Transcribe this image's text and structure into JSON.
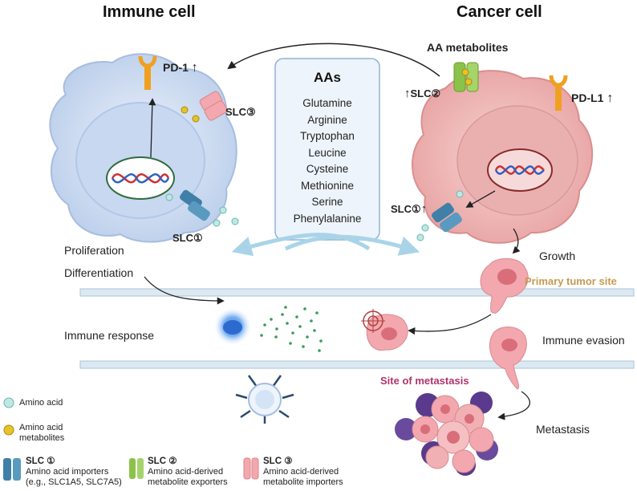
{
  "titles": {
    "immune_cell": "Immune cell",
    "cancer_cell": "Cancer cell"
  },
  "aa_box": {
    "title": "AAs",
    "items": [
      "Glutamine",
      "Arginine",
      "Tryptophan",
      "Leucine",
      "Cysteine",
      "Methionine",
      "Serine",
      "Phenylalanine"
    ]
  },
  "labels": {
    "aa_metabolites": "AA metabolites",
    "pd1": "PD-1",
    "pdl1": "PD-L1",
    "slc3_immune": "SLC③",
    "slc1_immune": "SLC①",
    "slc2_cancer": "SLC②",
    "slc1_cancer": "SLC①",
    "proliferation": "Proliferation",
    "differentiation": "Differentiation",
    "growth": "Growth",
    "primary_tumor_site": "Primary tumor site",
    "immune_response": "Immune response",
    "immune_evasion": "Immune evasion",
    "site_of_metastasis": "Site of metastasis",
    "metastasis": "Metastasis",
    "up_arrow": "↑"
  },
  "legend": {
    "amino_acid": "Amino acid",
    "amino_acid_metabolites_1": "Amino acid",
    "amino_acid_metabolites_2": "metabolites",
    "slc1_title": "SLC ①",
    "slc1_line1": "Amino acid importers",
    "slc1_line2": "(e.g., SLC1A5, SLC7A5)",
    "slc2_title": "SLC ②",
    "slc2_line1": "Amino acid-derived",
    "slc2_line2": "metabolite exporters",
    "slc3_title": "SLC ③",
    "slc3_line1": "Amino acid-derived",
    "slc3_line2": "metabolite importers"
  },
  "colors": {
    "immune_cell": "#c9d8f0",
    "cancer_cell": "#f0b8b8",
    "amino_acid": "#bfe8e4",
    "metabolite": "#e8c22a",
    "slc1": "#3f7fa8",
    "slc2": "#8bc34a",
    "slc3": "#f2a8ae",
    "receptor": "#f0a020",
    "arrow_blue": "#a9d4e8",
    "primary_site": "#c79a52",
    "metastasis_site": "#b1336a"
  }
}
